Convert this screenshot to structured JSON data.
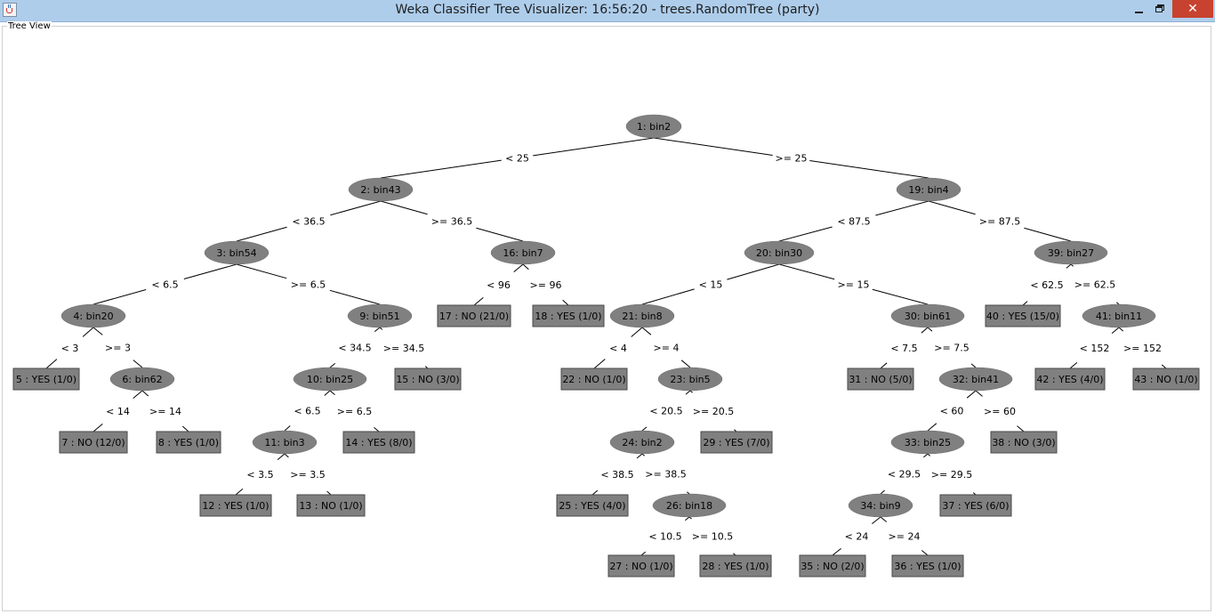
{
  "window": {
    "title": "Weka Classifier Tree Visualizer: 16:56:20 - trees.RandomTree (party)",
    "minimize_icon": "minimize-icon",
    "maximize_icon": "restore-icon",
    "close_icon": "close-icon",
    "close_glyph": "✕",
    "app_icon": "java-cup-icon"
  },
  "panel": {
    "title": "Tree View"
  },
  "colors": {
    "titlebar": "#aecdeb",
    "close_button": "#c7432f",
    "node_fill": "#808080",
    "leaf_fill": "#808080",
    "edge": "#000000"
  },
  "tree": {
    "nodes": [
      {
        "id": 1,
        "label": "1: bin2",
        "type": "split"
      },
      {
        "id": 2,
        "label": "2: bin43",
        "type": "split"
      },
      {
        "id": 3,
        "label": "3: bin54",
        "type": "split"
      },
      {
        "id": 4,
        "label": "4: bin20",
        "type": "split"
      },
      {
        "id": 5,
        "label": "5 : YES (1/0)",
        "type": "leaf"
      },
      {
        "id": 6,
        "label": "6: bin62",
        "type": "split"
      },
      {
        "id": 7,
        "label": "7 : NO (12/0)",
        "type": "leaf"
      },
      {
        "id": 8,
        "label": "8 : YES (1/0)",
        "type": "leaf"
      },
      {
        "id": 9,
        "label": "9: bin51",
        "type": "split"
      },
      {
        "id": 10,
        "label": "10: bin25",
        "type": "split"
      },
      {
        "id": 11,
        "label": "11: bin3",
        "type": "split"
      },
      {
        "id": 12,
        "label": "12 : YES (1/0)",
        "type": "leaf"
      },
      {
        "id": 13,
        "label": "13 : NO (1/0)",
        "type": "leaf"
      },
      {
        "id": 14,
        "label": "14 : YES (8/0)",
        "type": "leaf"
      },
      {
        "id": 15,
        "label": "15 : NO (3/0)",
        "type": "leaf"
      },
      {
        "id": 16,
        "label": "16: bin7",
        "type": "split"
      },
      {
        "id": 17,
        "label": "17 : NO (21/0)",
        "type": "leaf"
      },
      {
        "id": 18,
        "label": "18 : YES (1/0)",
        "type": "leaf"
      },
      {
        "id": 19,
        "label": "19: bin4",
        "type": "split"
      },
      {
        "id": 20,
        "label": "20: bin30",
        "type": "split"
      },
      {
        "id": 21,
        "label": "21: bin8",
        "type": "split"
      },
      {
        "id": 22,
        "label": "22 : NO (1/0)",
        "type": "leaf"
      },
      {
        "id": 23,
        "label": "23: bin5",
        "type": "split"
      },
      {
        "id": 24,
        "label": "24: bin2",
        "type": "split"
      },
      {
        "id": 25,
        "label": "25 : YES (4/0)",
        "type": "leaf"
      },
      {
        "id": 26,
        "label": "26: bin18",
        "type": "split"
      },
      {
        "id": 27,
        "label": "27 : NO (1/0)",
        "type": "leaf"
      },
      {
        "id": 28,
        "label": "28 : YES (1/0)",
        "type": "leaf"
      },
      {
        "id": 29,
        "label": "29 : YES (7/0)",
        "type": "leaf"
      },
      {
        "id": 30,
        "label": "30: bin61",
        "type": "split"
      },
      {
        "id": 31,
        "label": "31 : NO (5/0)",
        "type": "leaf"
      },
      {
        "id": 32,
        "label": "32: bin41",
        "type": "split"
      },
      {
        "id": 33,
        "label": "33: bin25",
        "type": "split"
      },
      {
        "id": 34,
        "label": "34: bin9",
        "type": "split"
      },
      {
        "id": 35,
        "label": "35 : NO (2/0)",
        "type": "leaf"
      },
      {
        "id": 36,
        "label": "36 : YES (1/0)",
        "type": "leaf"
      },
      {
        "id": 37,
        "label": "37 : YES (6/0)",
        "type": "leaf"
      },
      {
        "id": 38,
        "label": "38 : NO (3/0)",
        "type": "leaf"
      },
      {
        "id": 39,
        "label": "39: bin27",
        "type": "split"
      },
      {
        "id": 40,
        "label": "40 : YES (15/0)",
        "type": "leaf"
      },
      {
        "id": 41,
        "label": "41: bin11",
        "type": "split"
      },
      {
        "id": 42,
        "label": "42 : YES (4/0)",
        "type": "leaf"
      },
      {
        "id": 43,
        "label": "43 : NO (1/0)",
        "type": "leaf"
      }
    ],
    "edges": [
      {
        "from": 1,
        "to": 2,
        "label": "< 25"
      },
      {
        "from": 1,
        "to": 19,
        "label": ">= 25"
      },
      {
        "from": 2,
        "to": 3,
        "label": "< 36.5"
      },
      {
        "from": 2,
        "to": 16,
        "label": ">= 36.5"
      },
      {
        "from": 3,
        "to": 4,
        "label": "< 6.5"
      },
      {
        "from": 3,
        "to": 9,
        "label": ">= 6.5"
      },
      {
        "from": 4,
        "to": 5,
        "label": "< 3"
      },
      {
        "from": 4,
        "to": 6,
        "label": ">= 3"
      },
      {
        "from": 6,
        "to": 7,
        "label": "< 14"
      },
      {
        "from": 6,
        "to": 8,
        "label": ">= 14"
      },
      {
        "from": 9,
        "to": 10,
        "label": "< 34.5"
      },
      {
        "from": 9,
        "to": 15,
        "label": ">= 34.5"
      },
      {
        "from": 10,
        "to": 11,
        "label": "< 6.5"
      },
      {
        "from": 10,
        "to": 14,
        "label": ">= 6.5"
      },
      {
        "from": 11,
        "to": 12,
        "label": "< 3.5"
      },
      {
        "from": 11,
        "to": 13,
        "label": ">= 3.5"
      },
      {
        "from": 16,
        "to": 17,
        "label": "< 96"
      },
      {
        "from": 16,
        "to": 18,
        "label": ">= 96"
      },
      {
        "from": 19,
        "to": 20,
        "label": "< 87.5"
      },
      {
        "from": 19,
        "to": 39,
        "label": ">= 87.5"
      },
      {
        "from": 20,
        "to": 21,
        "label": "< 15"
      },
      {
        "from": 20,
        "to": 30,
        "label": ">= 15"
      },
      {
        "from": 21,
        "to": 22,
        "label": "< 4"
      },
      {
        "from": 21,
        "to": 23,
        "label": ">= 4"
      },
      {
        "from": 23,
        "to": 24,
        "label": "< 20.5"
      },
      {
        "from": 23,
        "to": 29,
        "label": ">= 20.5"
      },
      {
        "from": 24,
        "to": 25,
        "label": "< 38.5"
      },
      {
        "from": 24,
        "to": 26,
        "label": ">= 38.5"
      },
      {
        "from": 26,
        "to": 27,
        "label": "< 10.5"
      },
      {
        "from": 26,
        "to": 28,
        "label": ">= 10.5"
      },
      {
        "from": 30,
        "to": 31,
        "label": "< 7.5"
      },
      {
        "from": 30,
        "to": 32,
        "label": ">= 7.5"
      },
      {
        "from": 32,
        "to": 33,
        "label": "< 60"
      },
      {
        "from": 32,
        "to": 38,
        "label": ">= 60"
      },
      {
        "from": 33,
        "to": 34,
        "label": "< 29.5"
      },
      {
        "from": 33,
        "to": 37,
        "label": ">= 29.5"
      },
      {
        "from": 34,
        "to": 35,
        "label": "< 24"
      },
      {
        "from": 34,
        "to": 36,
        "label": ">= 24"
      },
      {
        "from": 39,
        "to": 40,
        "label": "< 62.5"
      },
      {
        "from": 39,
        "to": 41,
        "label": ">= 62.5"
      },
      {
        "from": 41,
        "to": 42,
        "label": "< 152"
      },
      {
        "from": 41,
        "to": 43,
        "label": ">= 152"
      }
    ]
  }
}
